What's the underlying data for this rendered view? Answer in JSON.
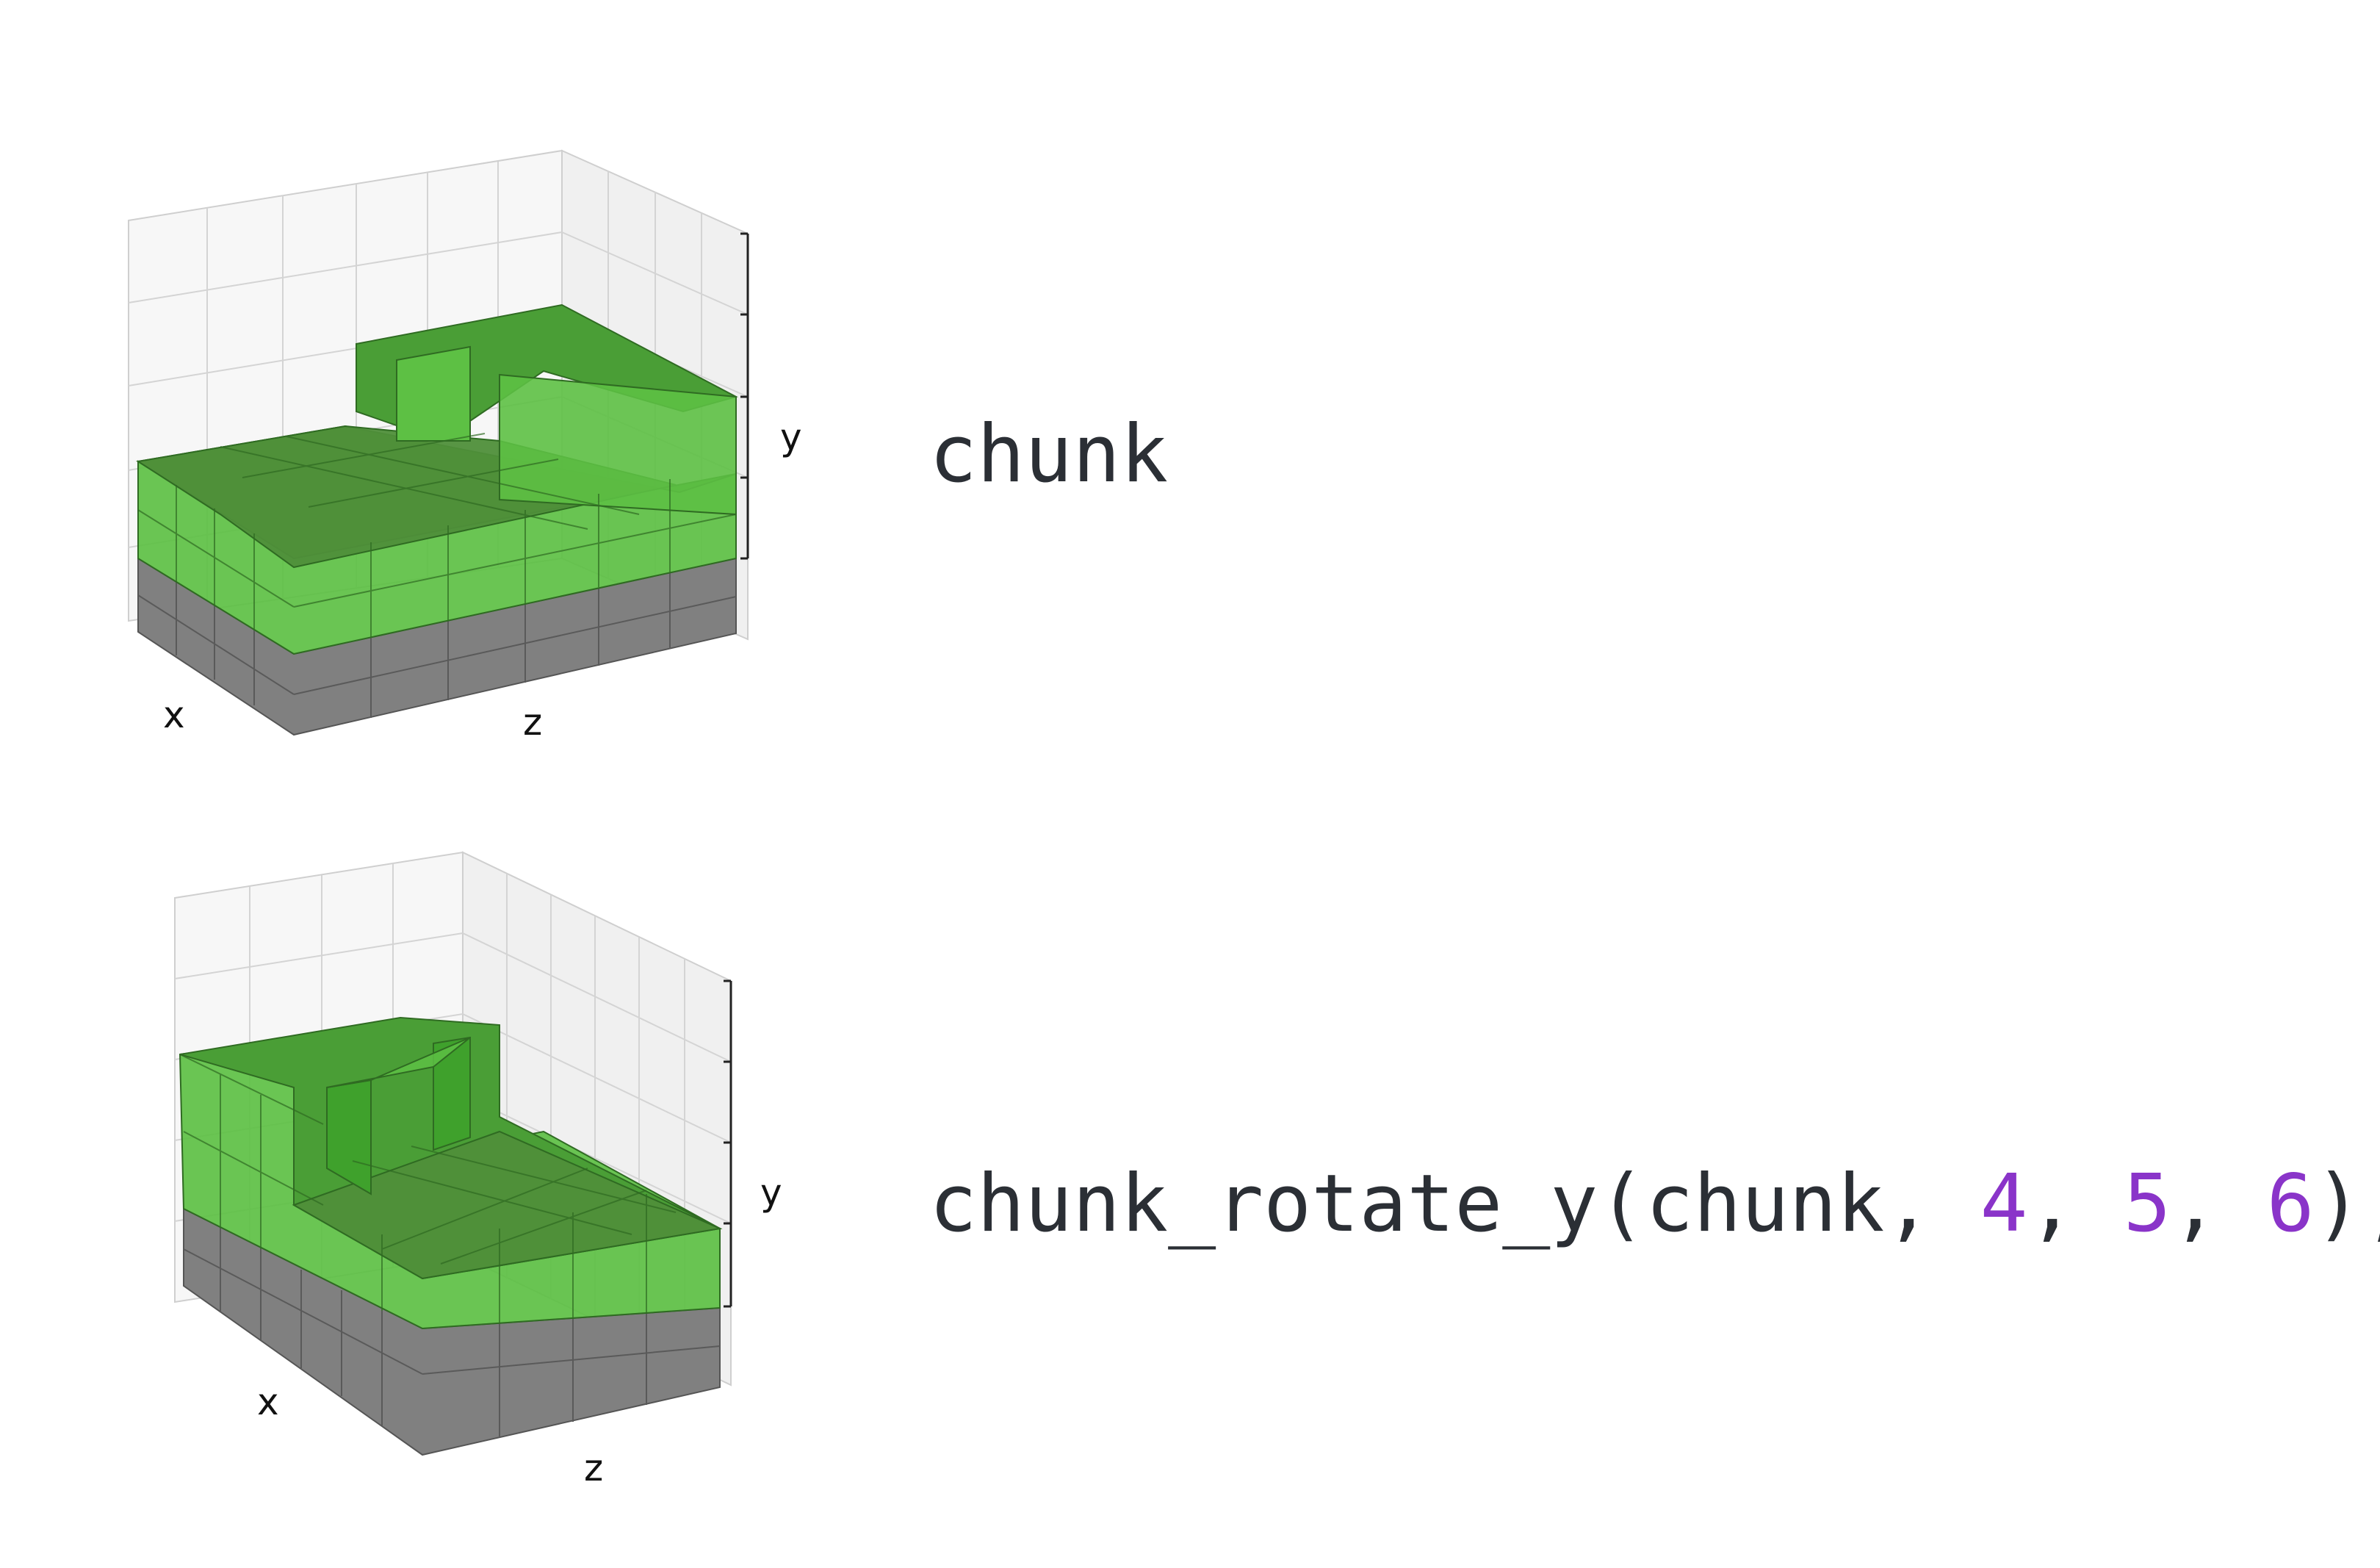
{
  "colors": {
    "voxel_green": "#5dc044",
    "voxel_green_top": "#4a9e36",
    "voxel_edge": "#2f6b22",
    "base_gray": "#7f7f7f",
    "pane_back": "#f7f7f7",
    "pane_side": "#f0f0f0",
    "grid_line": "#d4d4d4",
    "text": "#2b2f35",
    "number": "#8a34c9"
  },
  "panels": [
    {
      "axes": {
        "x": "x",
        "y": "y",
        "z": "z"
      },
      "caption": "chunk"
    },
    {
      "axes": {
        "x": "x",
        "y": "y",
        "z": "z"
      },
      "code": {
        "func": "chunk_rotate_y(chunk, ",
        "a": "4",
        "sep1": ", ",
        "b": "5",
        "sep2": ", ",
        "c": "6",
        "end": ");"
      }
    }
  ]
}
